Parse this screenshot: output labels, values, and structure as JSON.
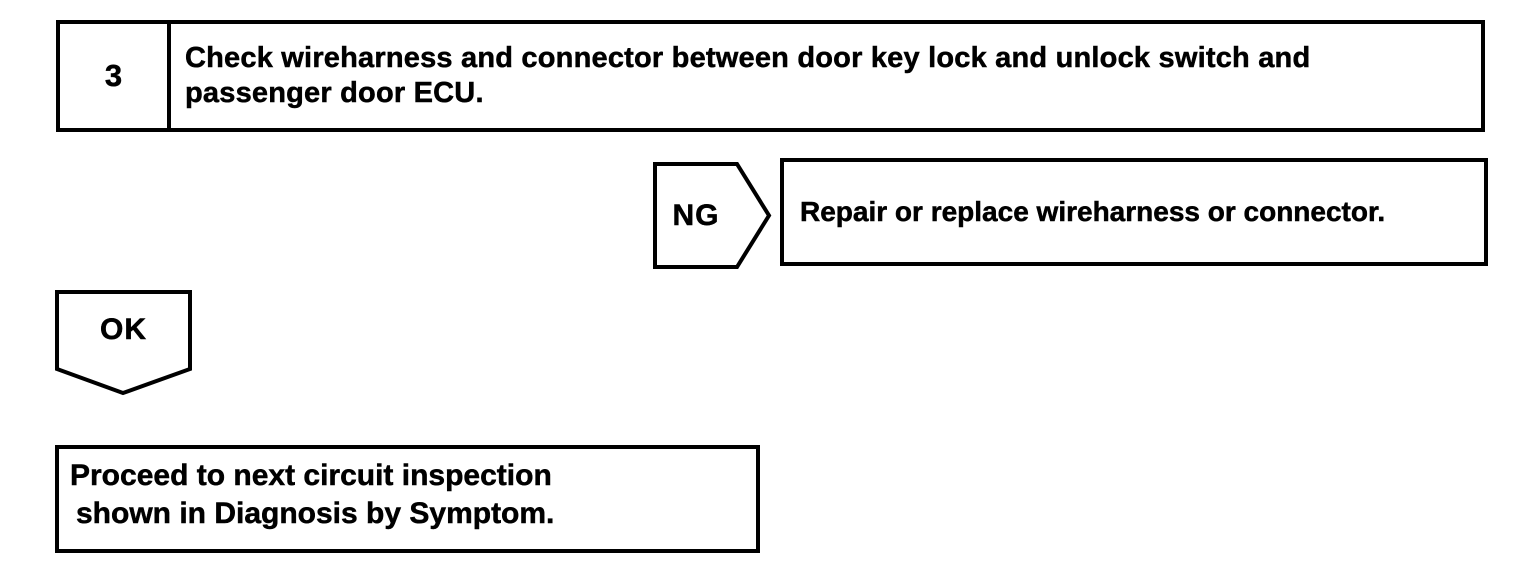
{
  "diagram": {
    "type": "flowchart",
    "colors": {
      "ink": "#000000",
      "paper": "#ffffff"
    },
    "step_box": {
      "number": "3",
      "lines": [
        "Check wireharness and connector between door key lock and unlock switch and",
        "passenger door ECU."
      ]
    },
    "ng_branch": {
      "label": "NG",
      "result": "Repair or replace wireharness or connector."
    },
    "ok_branch": {
      "label": "OK",
      "result_lines": [
        "Proceed to next circuit inspection",
        "shown in Diagnosis by Symptom."
      ]
    }
  }
}
